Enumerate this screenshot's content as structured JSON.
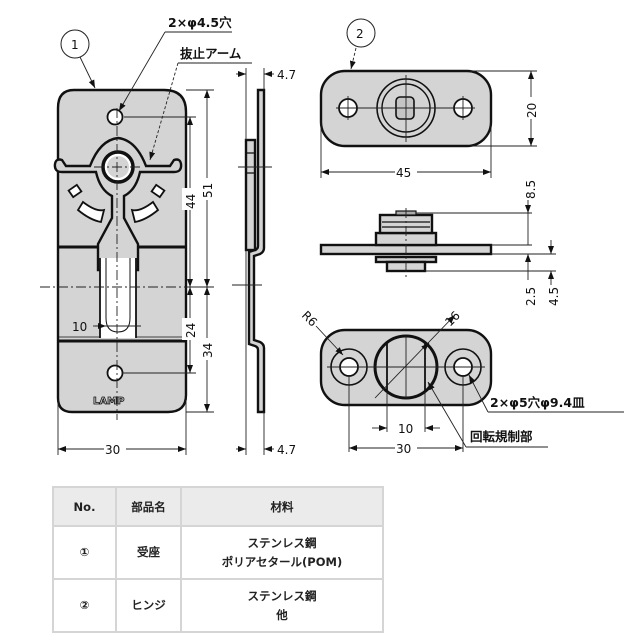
{
  "drawing": {
    "part1": {
      "callout": "1",
      "hole_note": "2×φ4.5穴",
      "arm_note": "抜止アーム",
      "logo": "LAMP",
      "dims": {
        "width": "30",
        "total_height": "51",
        "hole_to_center_upper": "44",
        "hole_to_center_lower": "24",
        "lower_height": "34",
        "slot_width": "10",
        "thickness_top": "4.7",
        "thickness_bottom": "4.7"
      }
    },
    "part2": {
      "callout": "2",
      "hole_note": "2×φ5穴φ9.4皿",
      "rotation_note": "回転規制部",
      "dims": {
        "width": "45",
        "height": "20",
        "shaft_height": "8.5",
        "plate_thickness": "2.5",
        "bottom_boss": "4.5",
        "radius": "R6",
        "diameter": "16",
        "flat_width": "10",
        "hole_pitch": "30"
      }
    }
  },
  "table": {
    "headers": [
      "No.",
      "部品名",
      "材料"
    ],
    "rows": [
      {
        "no": "①",
        "name": "受座",
        "material_line1": "ステンレス鋼",
        "material_line2": "ポリアセタール(POM)"
      },
      {
        "no": "②",
        "name": "ヒンジ",
        "material_line1": "ステンレス鋼",
        "material_line2": "他"
      }
    ]
  }
}
